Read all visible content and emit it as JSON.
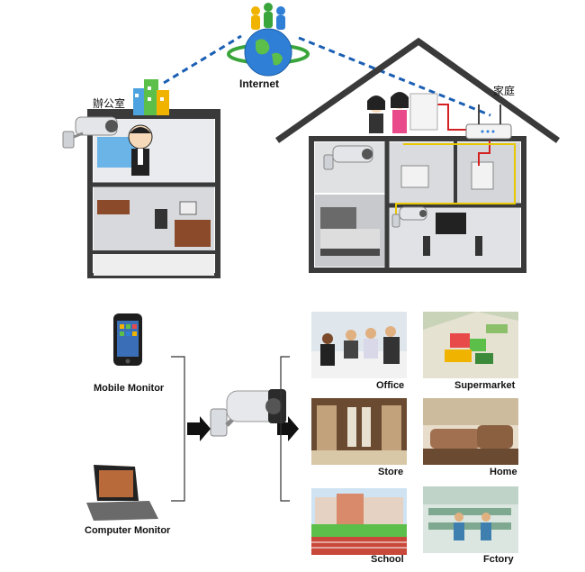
{
  "top": {
    "internet_label": "Internet",
    "office_label": "辦公室",
    "home_label": "家庭"
  },
  "left": {
    "mobile_label": "Mobile Monitor",
    "computer_label": "Computer Monitor"
  },
  "scenes": [
    {
      "label": "Office"
    },
    {
      "label": "Supermarket"
    },
    {
      "label": "Store"
    },
    {
      "label": "Home"
    },
    {
      "label": "School"
    },
    {
      "label": "Fctory"
    }
  ],
  "colors": {
    "wall_dark": "#3a3a3a",
    "link_dashed": "#1a5fb4",
    "cable_red": "#d42020",
    "cable_yellow": "#e8c800"
  }
}
